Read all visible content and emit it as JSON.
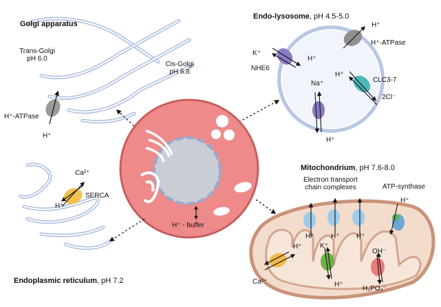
{
  "golgi": {
    "title": "Golgi apparatus",
    "trans_label_1": "Trans-Golgi",
    "trans_label_2": "pH 6.0",
    "cis_label_1": "Cis-Golgi",
    "cis_label_2": "pH 6.8",
    "pump_label": "H⁺-ATPase",
    "proton_label": "H⁺"
  },
  "endolysosome": {
    "title": "Endo-lysosome",
    "ph": ", pH 4.5-5.0",
    "atpase_label": "H⁺-ATPase",
    "atpase_ion": "H⁺",
    "nhe6_label": "NHE6",
    "nhe6_k": "K⁺",
    "nhe6_h": "H⁺",
    "clc_label": "CLC3-7",
    "clc_h": "H⁺",
    "clc_cl": "2Cl⁻",
    "na_label": "Na⁺",
    "na_h": "H⁺"
  },
  "cell": {
    "buffer_label": "H⁺ - buffer"
  },
  "er": {
    "title": "Endoplasmic reticulum",
    "ph": ", pH 7.2",
    "serca_label": "SERCA",
    "ca_label": "Ca²⁺",
    "h_label": "H⁺"
  },
  "mito": {
    "title": "Mitochondrium",
    "ph": ", pH 7.6-8.0",
    "etc_label_1": "Electron transport",
    "etc_label_2": "chain complexes",
    "etc_h": "H⁺",
    "atpsynth_label": "ATP-synthase",
    "atpsynth_h": "H⁺",
    "ca_h": "H⁺",
    "ca_label": "Ca²⁺",
    "k_label": "K⁺",
    "k_h": "H⁺",
    "oh_label": "OH⁻",
    "pi_label": "H₂PO₄⁻"
  },
  "colors": {
    "membrane_blue": "#9fb6dc",
    "cell_red": "#ee8989",
    "mito_fill": "#f3dccc",
    "mito_outline": "#c99379"
  }
}
